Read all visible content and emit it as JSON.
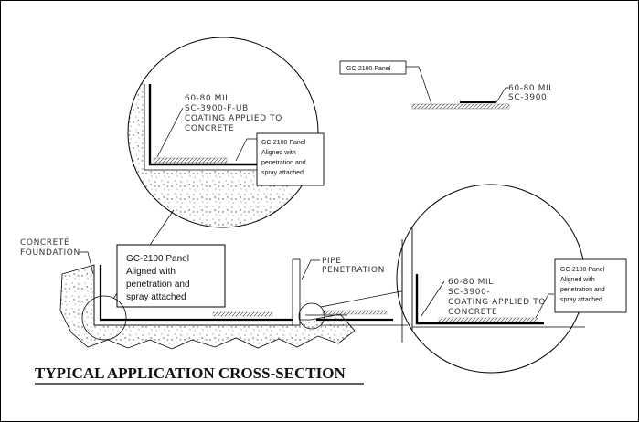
{
  "title": "TYPICAL APPLICATION CROSS-SECTION",
  "detail_top_right": {
    "leader_label": "GC-2100 Panel",
    "note_line1": "60-80 MIL",
    "note_line2": "SC-3900"
  },
  "detail_circle_left": {
    "note_line1": "60-80 MIL",
    "note_line2": "SC-3900-F-UB",
    "note_line3": "COATING APPLIED TO",
    "note_line4": "CONCRETE",
    "box_line1": "GC-2100 Panel",
    "box_line2": "Aligned with",
    "box_line3": "penetration and",
    "box_line4": "spray attached"
  },
  "main_section": {
    "foundation_line1": "CONCRETE",
    "foundation_line2": "FOUNDATION",
    "pipe_line1": "PIPE",
    "pipe_line2": "PENETRATION",
    "box_line1": "GC-2100 Panel",
    "box_line2": "Aligned with",
    "box_line3": "penetration and",
    "box_line4": "spray attached"
  },
  "detail_circle_right": {
    "note_line1": "60-80 MIL",
    "note_line2": "SC-3900-",
    "note_line3": "COATING APPLIED TO",
    "note_line4": "CONCRETE",
    "box_line1": "GC-2100 Panel",
    "box_line2": "Aligned with",
    "box_line3": "penetration and",
    "box_line4": "spray attached"
  }
}
